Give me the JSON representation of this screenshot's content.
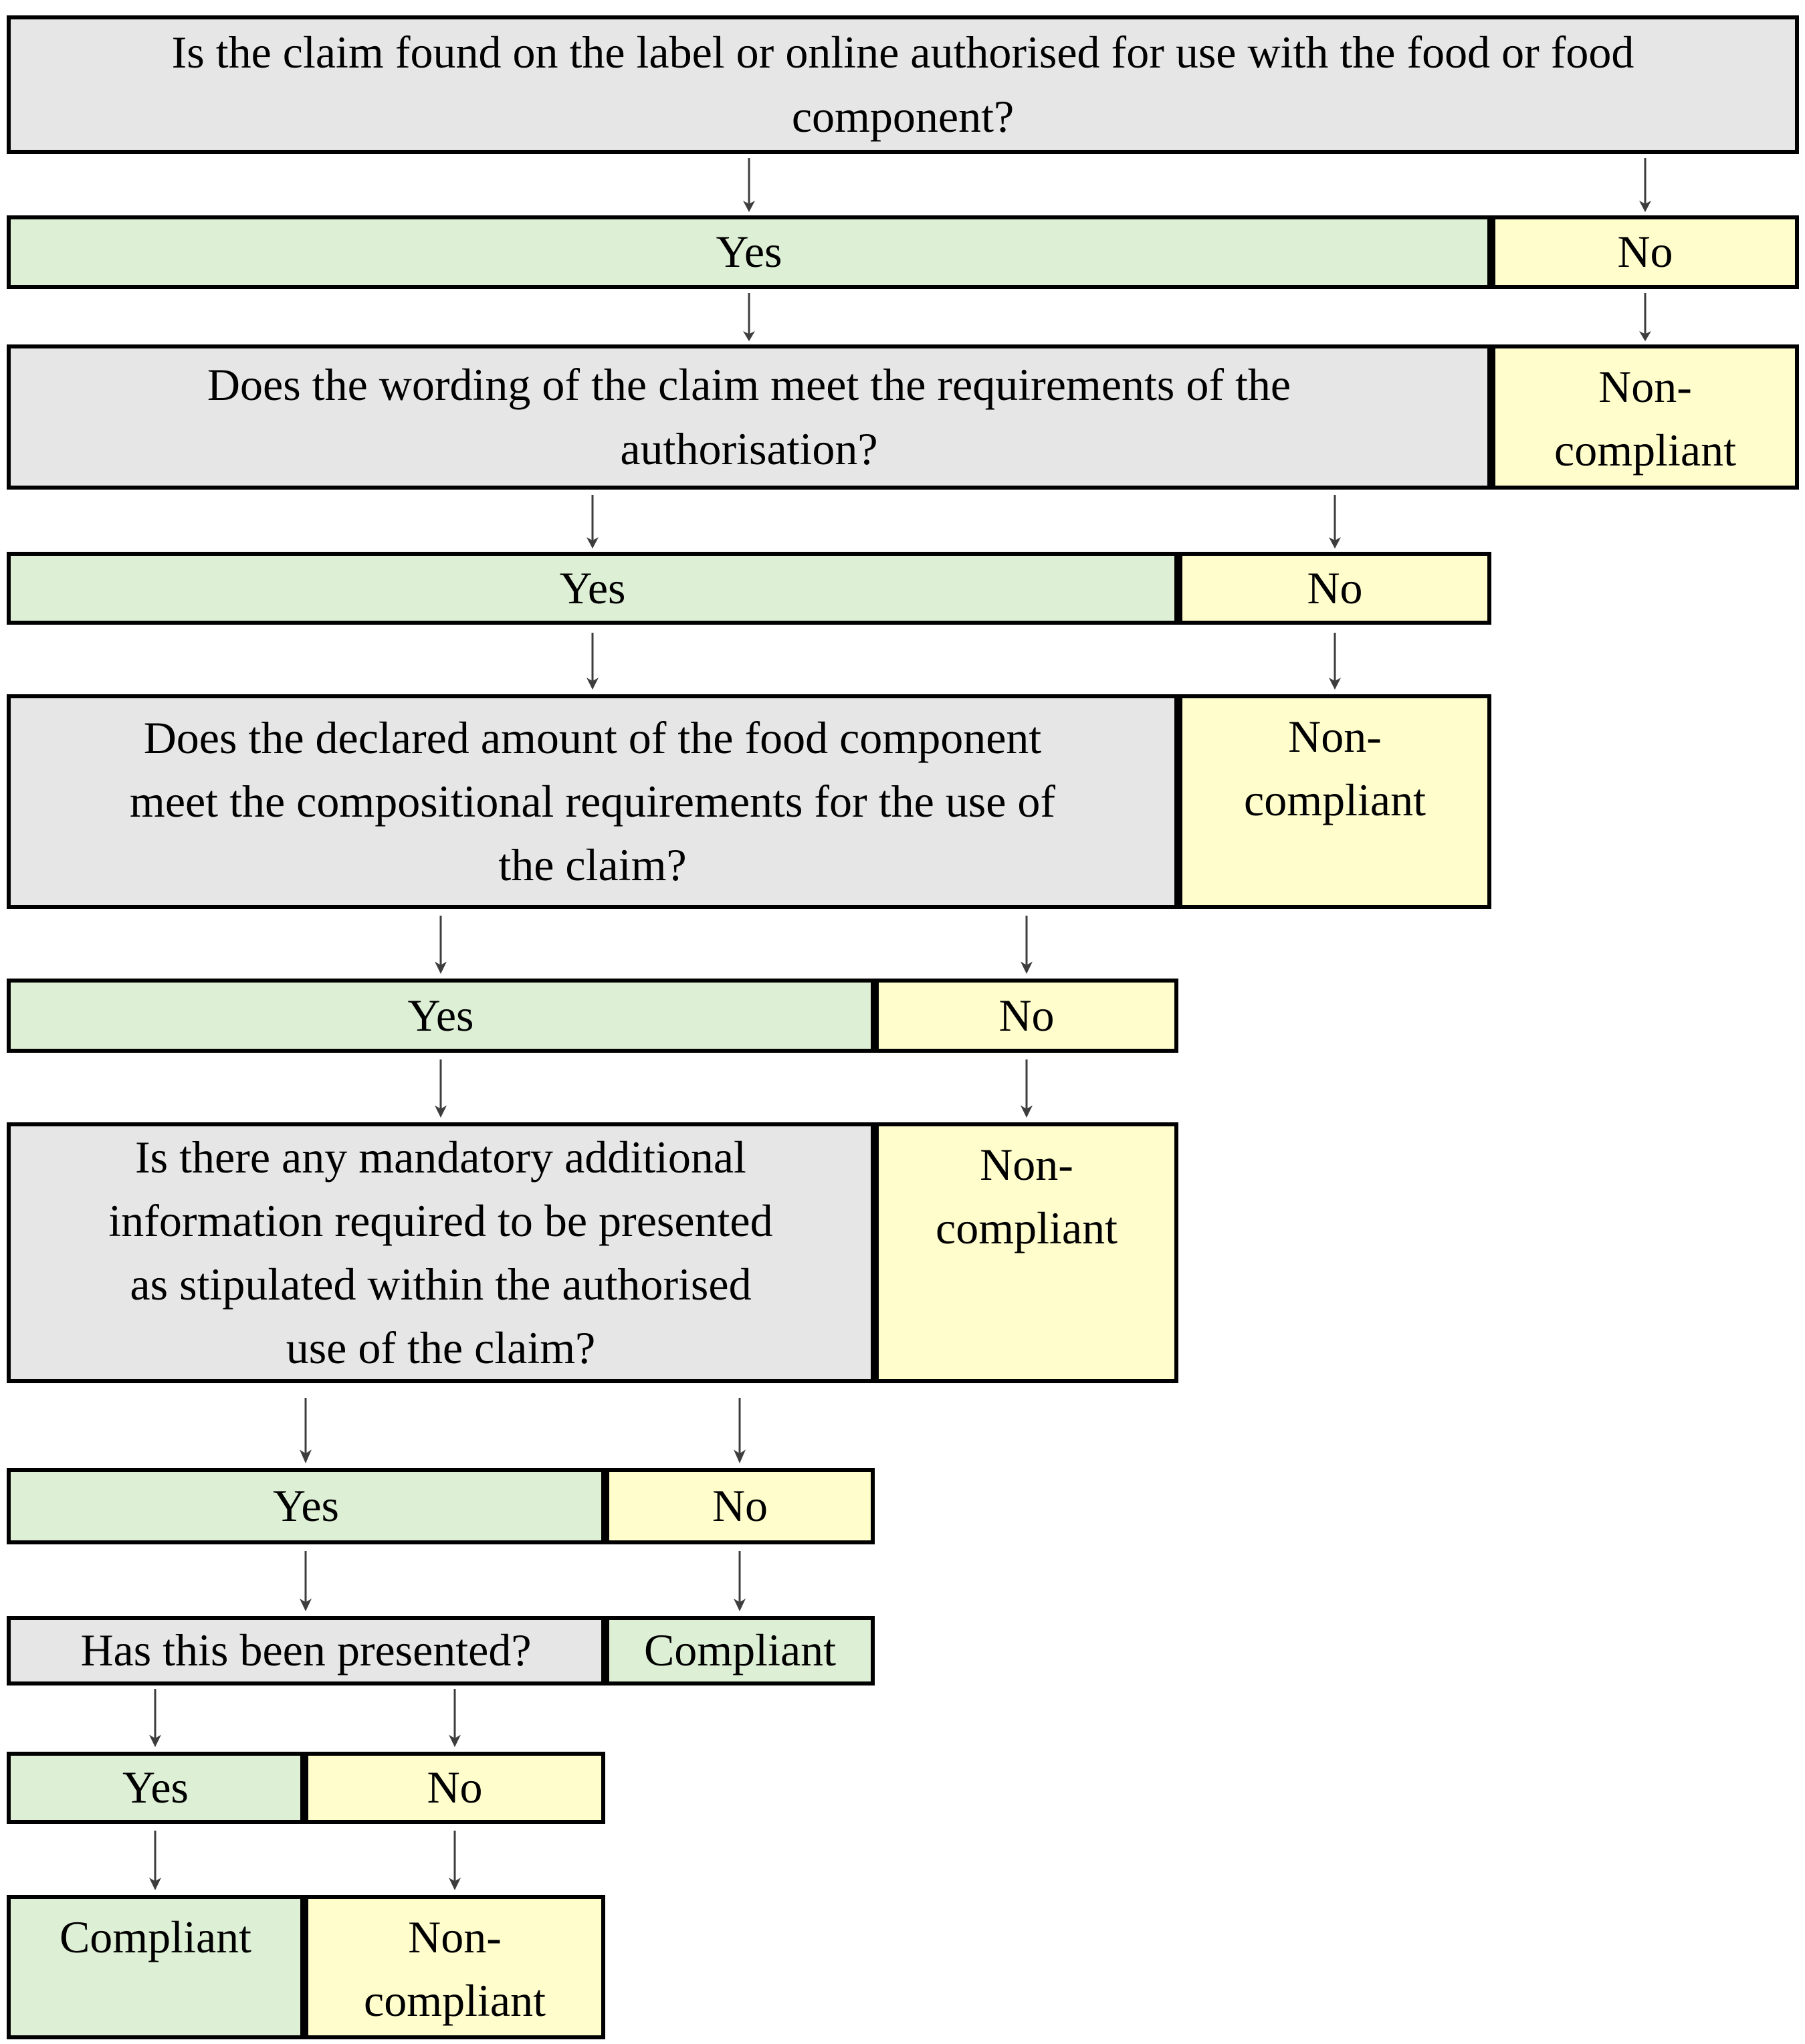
{
  "palette": {
    "question_bg": "#e7e6e6",
    "yes_bg": "#ddefd5",
    "no_bg": "#fffdcc",
    "border": "#000000",
    "arrow": "#3d3d3d"
  },
  "rows": [
    {
      "cells": [
        {
          "text": "Is the claim found on the label or online authorised for use with the food or food\ncomponent?"
        }
      ]
    },
    {
      "cells": [
        {
          "text": "Yes"
        },
        {
          "text": "No"
        }
      ]
    },
    {
      "cells": [
        {
          "text": "Does the wording of the claim meet the requirements of the\nauthorisation?"
        },
        {
          "text": "Non-\ncompliant"
        }
      ]
    },
    {
      "cells": [
        {
          "text": "Yes"
        },
        {
          "text": "No"
        }
      ]
    },
    {
      "cells": [
        {
          "text": "Does the declared amount of the food component\nmeet the compositional requirements for the use of\nthe claim?"
        },
        {
          "text": "Non-\ncompliant"
        }
      ]
    },
    {
      "cells": [
        {
          "text": "Yes"
        },
        {
          "text": "No"
        }
      ]
    },
    {
      "cells": [
        {
          "text": "Is there any mandatory additional\ninformation required to be presented\nas stipulated within the authorised\nuse of the claim?"
        },
        {
          "text": "Non-\ncompliant"
        }
      ]
    },
    {
      "cells": [
        {
          "text": "Yes"
        },
        {
          "text": "No"
        }
      ]
    },
    {
      "cells": [
        {
          "text": "Has this been presented?"
        },
        {
          "text": "Compliant"
        }
      ]
    },
    {
      "cells": [
        {
          "text": "Yes"
        },
        {
          "text": "No"
        }
      ]
    },
    {
      "cells": [
        {
          "text": "Compliant"
        },
        {
          "text": "Non-\ncompliant"
        }
      ]
    }
  ]
}
